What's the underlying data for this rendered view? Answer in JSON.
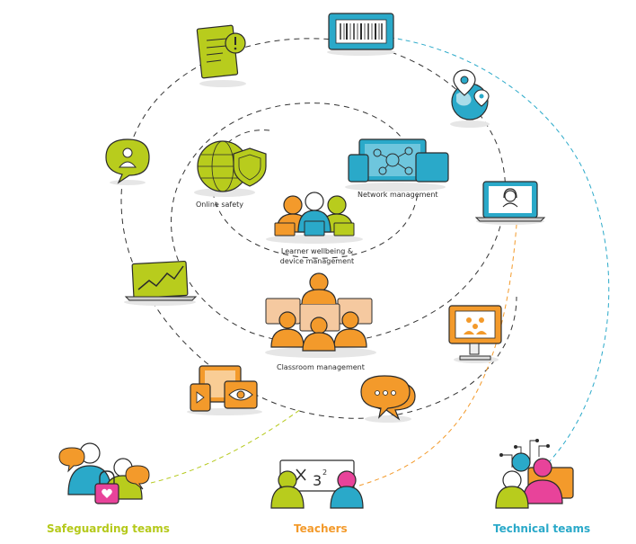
{
  "labels": {
    "online_safety": "Online safety",
    "network_management": "Network management",
    "learner_wellbeing_line1": "Learner wellbeing &",
    "learner_wellbeing_line2": "device management",
    "classroom_management": "Classroom management"
  },
  "teams": {
    "safeguarding": "Safeguarding teams",
    "teachers": "Teachers",
    "technical": "Technical teams"
  },
  "colors": {
    "safeguarding": "#b5c91b",
    "teachers": "#f39a2b",
    "technical": "#2aa9c9",
    "lime": "#b8cc1d",
    "orange": "#f39a2b",
    "blue": "#2aa9c9",
    "pink": "#e8439a",
    "outline": "#2b2b2b"
  },
  "icons": {
    "inner": [
      "globe-shield-icon",
      "network-devices-icon",
      "learner-group-icon",
      "classroom-icon"
    ],
    "outer": [
      "document-alert-icon",
      "barcode-tablet-icon",
      "map-globe-icon",
      "support-laptop-icon",
      "monitor-people-icon",
      "chat-bubbles-icon",
      "devices-eye-icon",
      "chart-laptop-icon",
      "user-chat-icon"
    ],
    "teams": [
      "safeguarding-team-icon",
      "teachers-team-icon",
      "technical-team-icon"
    ]
  }
}
